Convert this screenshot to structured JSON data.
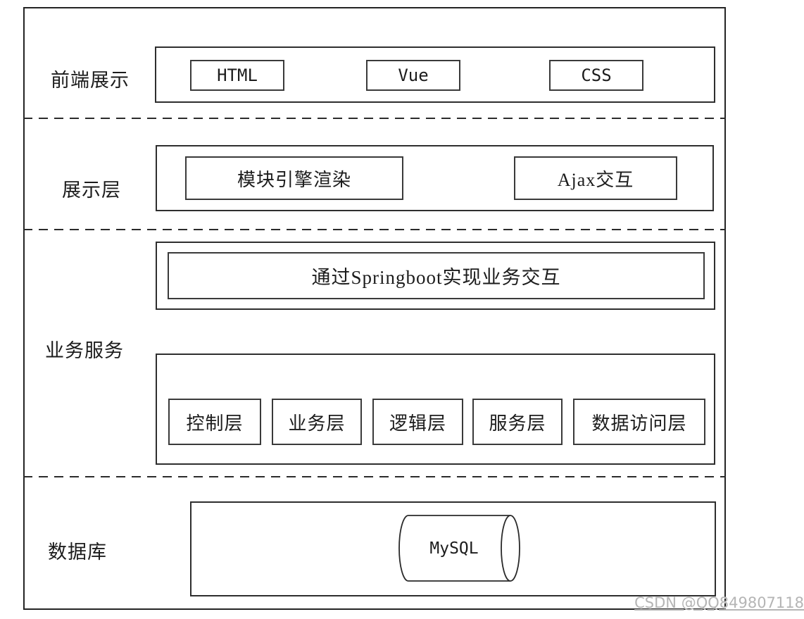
{
  "colors": {
    "line": "#2e2e2e",
    "dashed_line": "#2b2b2b",
    "watermark": "#b5b5b5",
    "background": "#ffffff"
  },
  "watermark": "CSDN @QQ849807118",
  "rows": [
    {
      "label": "前端展示",
      "items": [
        "HTML",
        "Vue",
        "CSS"
      ]
    },
    {
      "label": "展示层",
      "items": [
        "模块引擎渲染",
        "Ajax交互"
      ]
    },
    {
      "label": "业务服务",
      "banner": "通过Springboot实现业务交互",
      "items": [
        "控制层",
        "业务层",
        "逻辑层",
        "服务层",
        "数据访问层"
      ]
    },
    {
      "label": "数据库",
      "items": [
        "MySQL"
      ]
    }
  ]
}
